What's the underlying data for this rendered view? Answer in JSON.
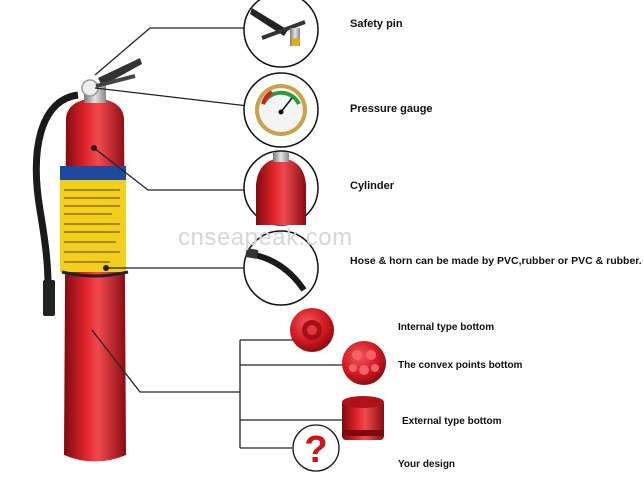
{
  "watermark": "cnseapeak.com",
  "parts": [
    {
      "label": "Safety pin"
    },
    {
      "label": "Pressure gauge"
    },
    {
      "label": "Cylinder"
    },
    {
      "label": "Hose & horn can be made by PVC,rubber or PVC & rubber."
    }
  ],
  "bottoms": [
    {
      "label": "Internal type bottom"
    },
    {
      "label": "The convex points bottom"
    },
    {
      "label": "External type bottom"
    },
    {
      "label": "Your design"
    }
  ],
  "icons": {
    "unknown_design": "?"
  },
  "colors": {
    "body_red": "#c8141c",
    "dark_red": "#8e0c12",
    "hose": "#1a1a1a",
    "label_yellow": "#f2cf1a"
  }
}
